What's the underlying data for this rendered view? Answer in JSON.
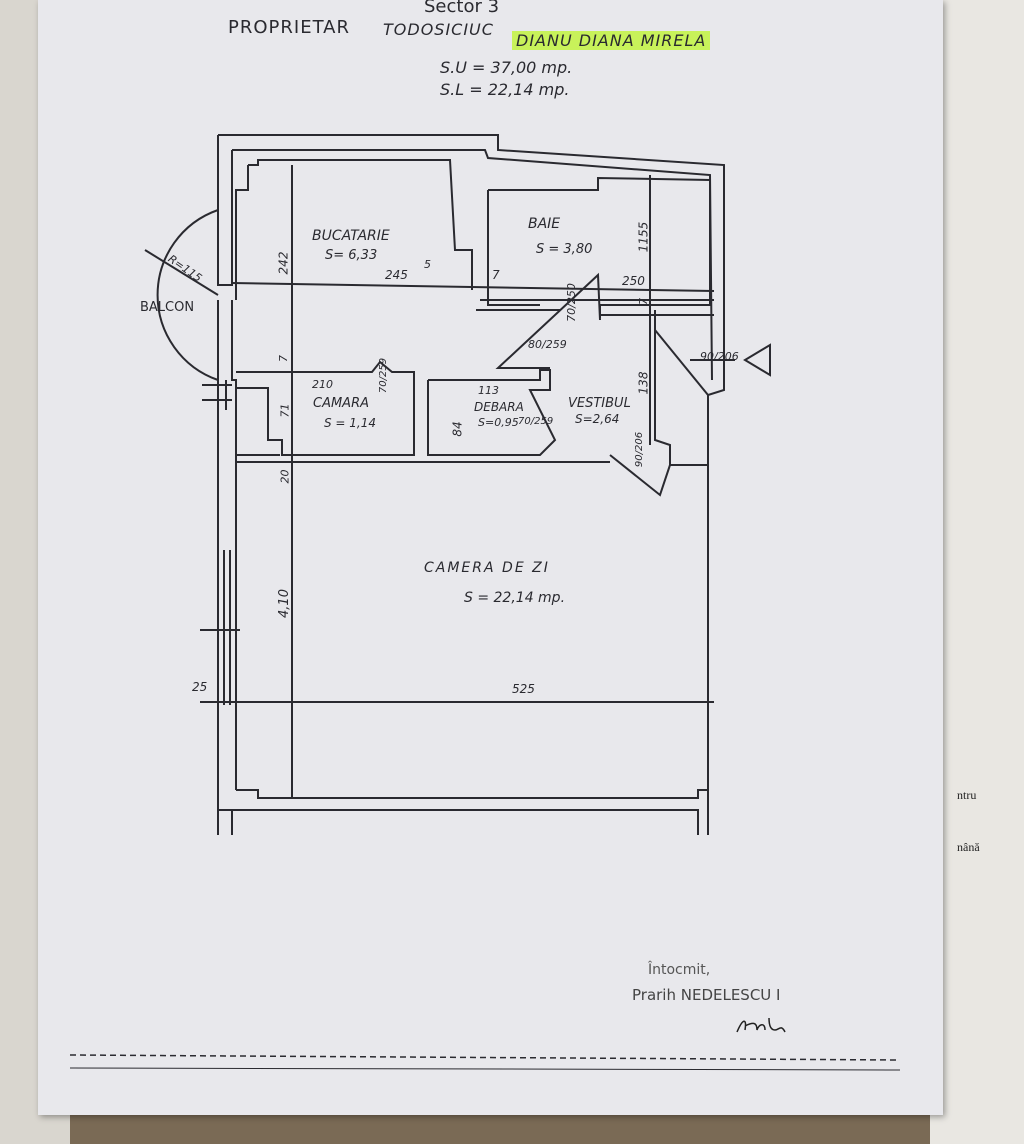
{
  "header": {
    "sector": "Sector 3",
    "owner_label": "PROPRIETAR",
    "owner_name_1": "TODOSICIUC",
    "owner_name_2": "DIANU DIANA MIRELA",
    "su": "S.U = 37,00 mp.",
    "sl": "S.L = 22,14 mp."
  },
  "rooms": {
    "bucatarie": {
      "name": "BUCATARIE",
      "area": "S= 6,33"
    },
    "baie": {
      "name": "BAIE",
      "area": "S = 3,80"
    },
    "camara": {
      "name": "CAMARA",
      "area": "S = 1,14"
    },
    "debara": {
      "name": "DEBARA",
      "area": "S=0,95"
    },
    "vestibul": {
      "name": "VESTIBUL",
      "area": "S=2,64"
    },
    "camera_de_zi": {
      "name": "CAMERA DE ZI",
      "area": "S = 22,14 mp."
    },
    "balcon": {
      "name": "BALCON",
      "radius": "R=115"
    }
  },
  "dimensions": {
    "d242": "242",
    "d245": "245",
    "d5": "5",
    "d7a": "7",
    "d250": "250",
    "d7b": "7",
    "d155": "1155",
    "d70_250": "70/250",
    "d80_259": "80/259",
    "d90_206a": "90/206",
    "d7c": "7",
    "d210": "210",
    "d70_259a": "70/259",
    "d71": "71",
    "d113": "113",
    "d84": "84",
    "d70_259b": "70/259",
    "d138": "138",
    "d90_206b": "90/206",
    "d20": "20",
    "d410": "4,10",
    "d25": "25",
    "d525": "525"
  },
  "footer": {
    "line1": "Întocmit,",
    "line2": "Prarih NEDELESCU I",
    "signature": "Hoh"
  },
  "side_notes": {
    "n1": "ntru",
    "n2": "nână"
  }
}
